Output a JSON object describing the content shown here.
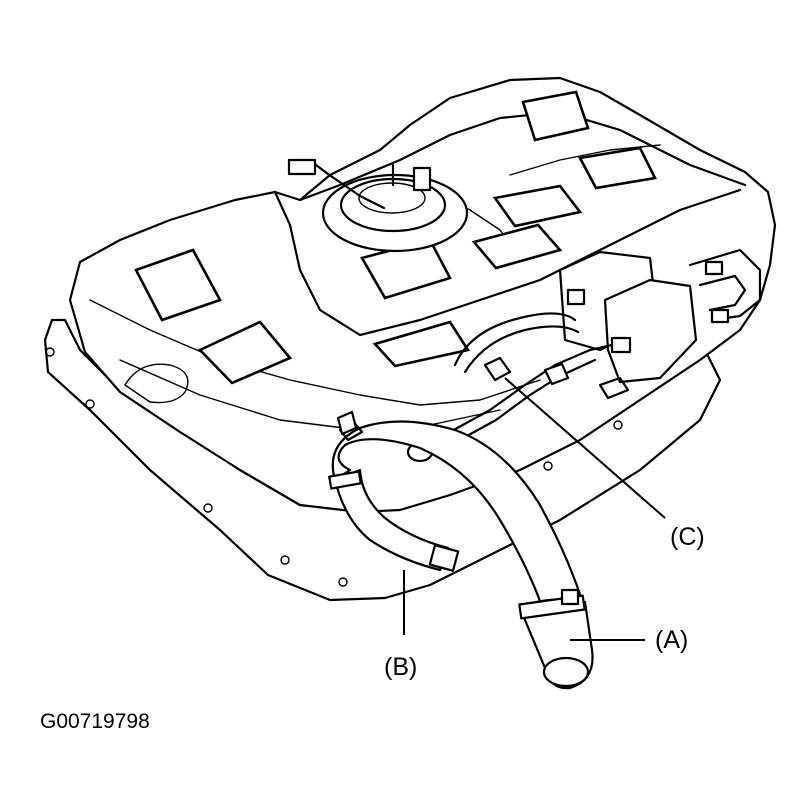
{
  "labels": {
    "a": "(A)",
    "b": "(B)",
    "c": "(C)"
  },
  "figure_code": "G00719798"
}
